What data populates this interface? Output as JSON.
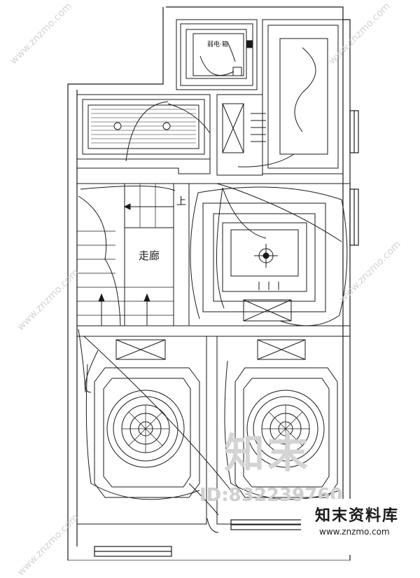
{
  "labels": {
    "corridor": "走廊",
    "stair_up": "上",
    "panel_label": "弱电·箱"
  },
  "watermark": {
    "site": "www.znzmo.com",
    "brand": "知末",
    "id_text": "ID:832239760"
  },
  "logo": {
    "name": "知末资料库",
    "url": "www.znzmo.com"
  },
  "colors": {
    "line": "#1a1a1a",
    "background": "#ffffff",
    "watermark": "#c9c9c9"
  }
}
